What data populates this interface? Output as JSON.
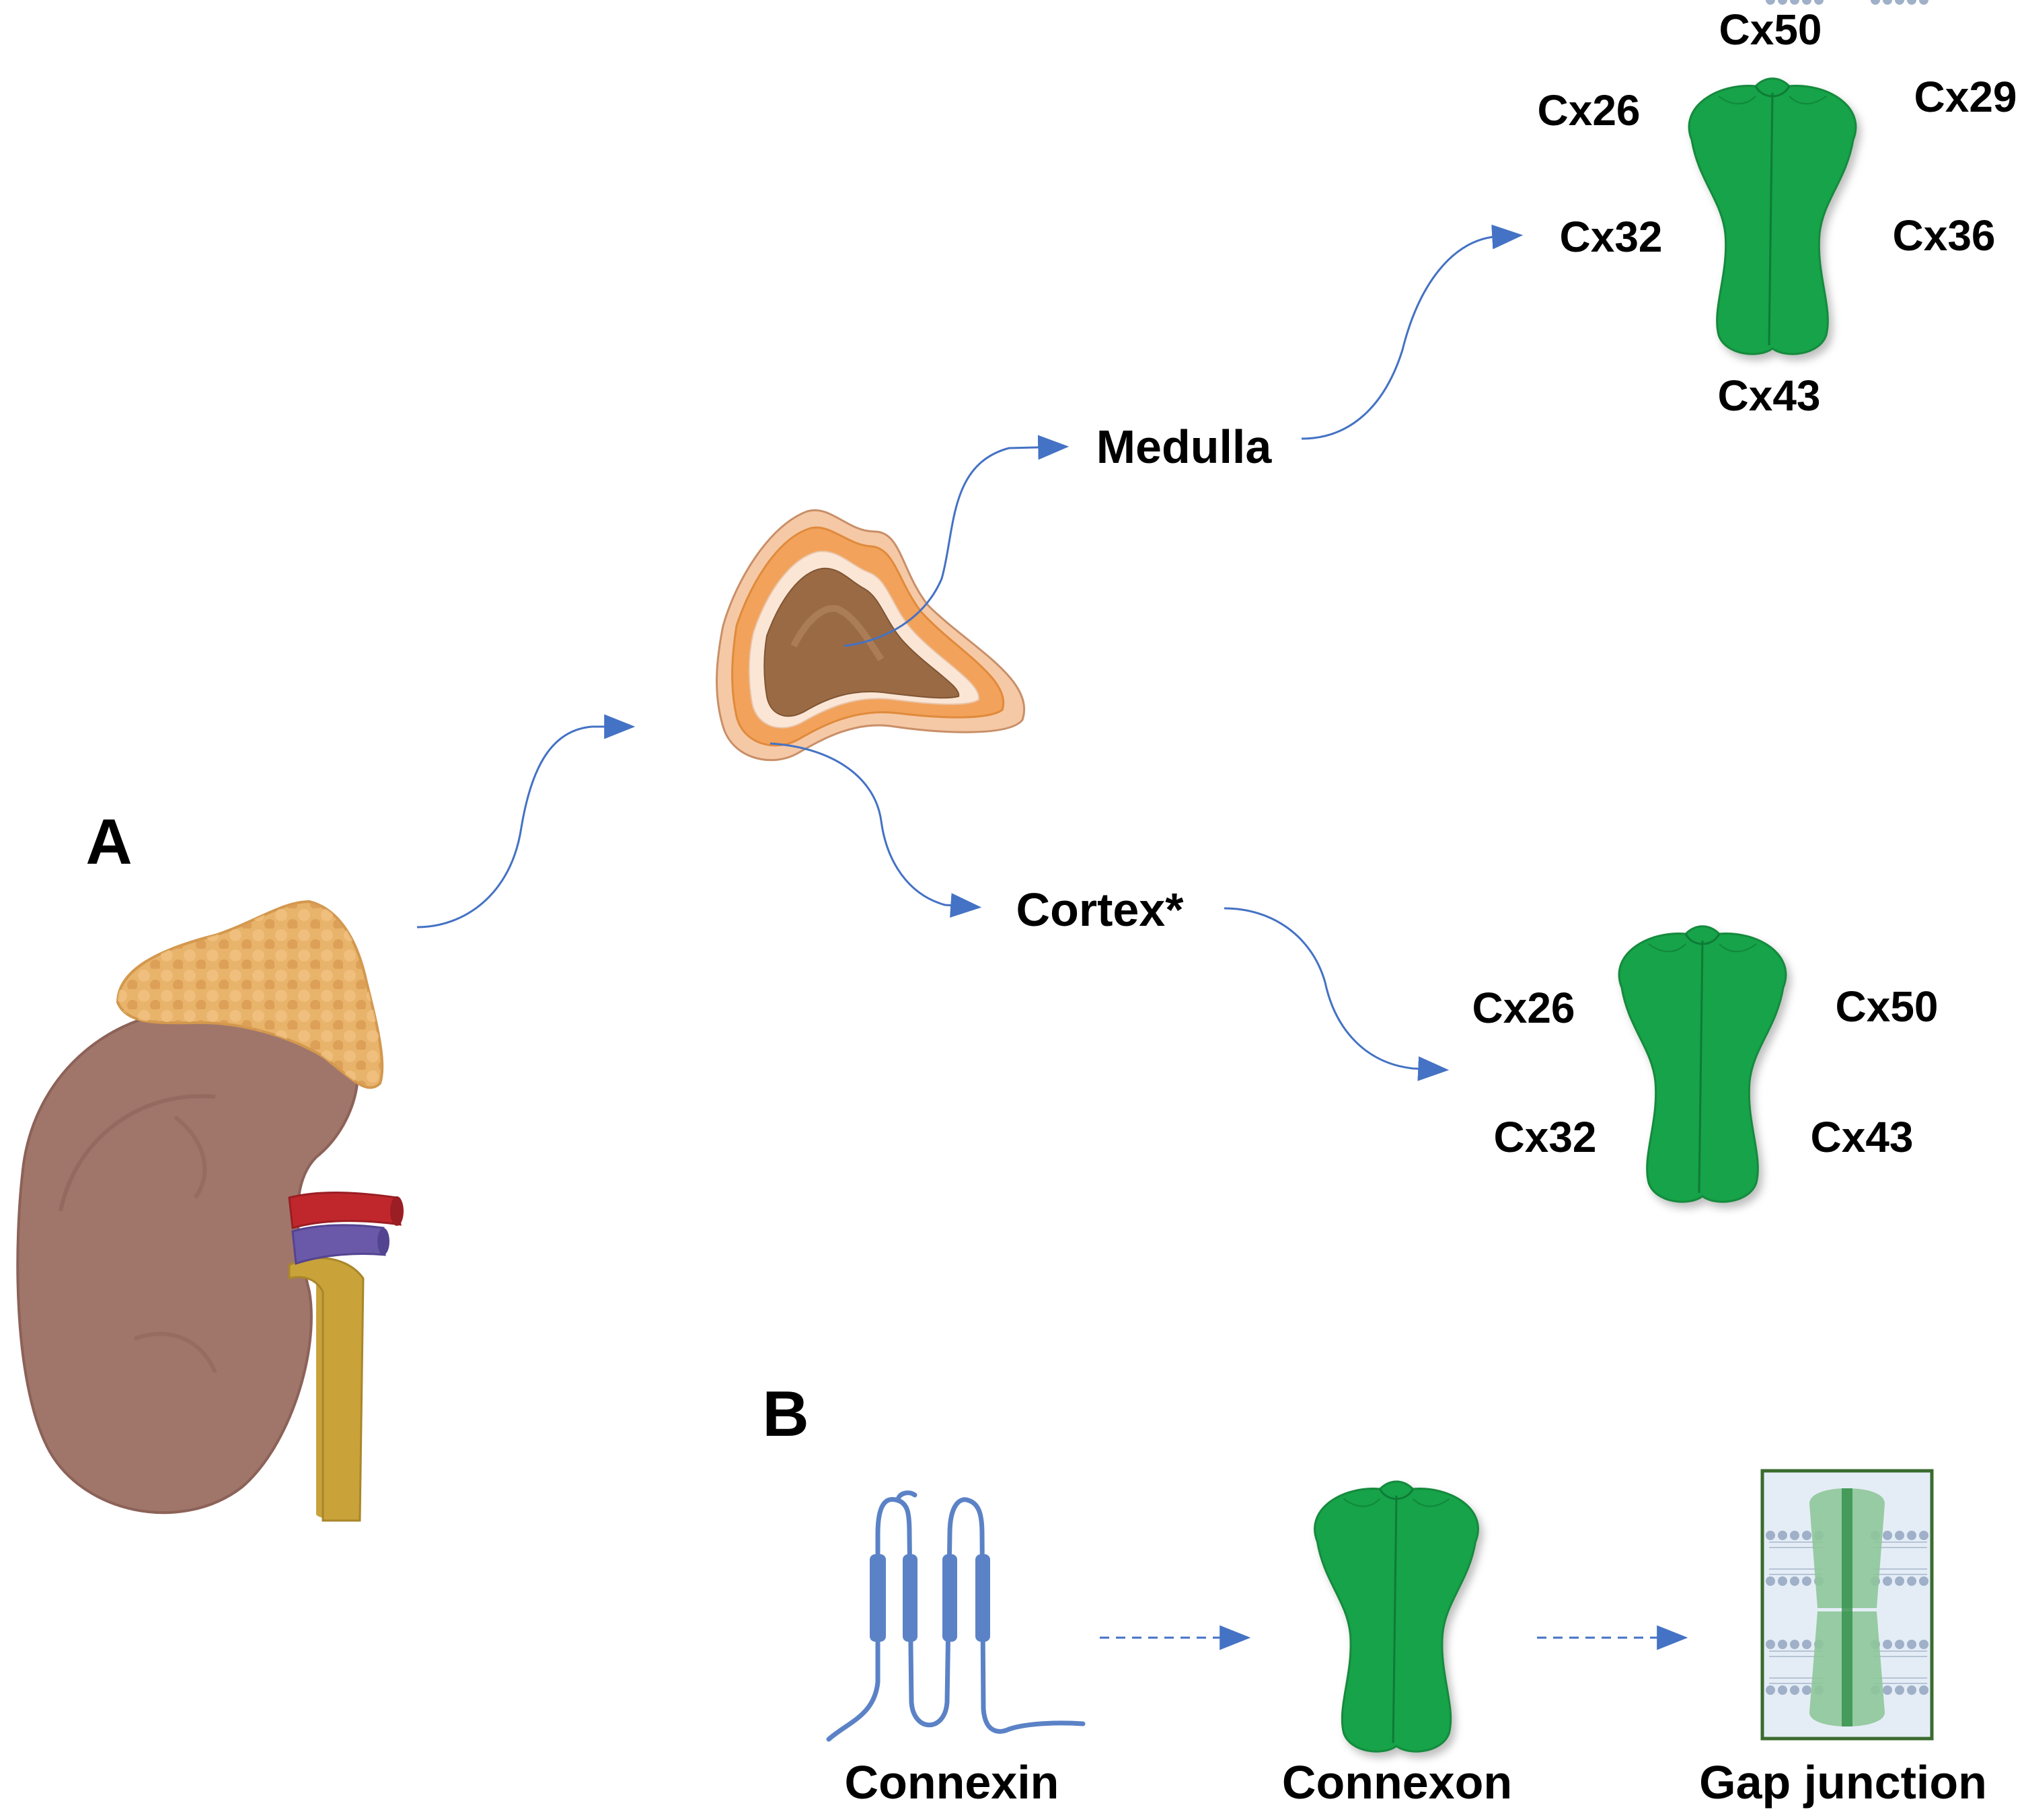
{
  "panels": {
    "a": "A",
    "b": "B"
  },
  "regions": {
    "medulla": "Medulla",
    "cortex": "Cortex*"
  },
  "medulla_connexins": [
    "Cx50",
    "Cx26",
    "Cx29",
    "Cx32",
    "Cx36",
    "Cx43"
  ],
  "cortex_connexins": [
    "Cx26",
    "Cx50",
    "Cx32",
    "Cx43"
  ],
  "assembly": {
    "connexin": "Connexin",
    "connexon": "Connexon",
    "gap_junction": "Gap junction"
  },
  "colors": {
    "arrow": "#4472c4",
    "connexon": "#17a34a",
    "kidney": "#a0766b",
    "adrenal_fat": "#e8b36a",
    "gland_outer": "#f2a25a",
    "gland_inner": "#9a6a45",
    "connexin_protein": "#5b82c6",
    "gap_frame": "#3a6b2e"
  }
}
